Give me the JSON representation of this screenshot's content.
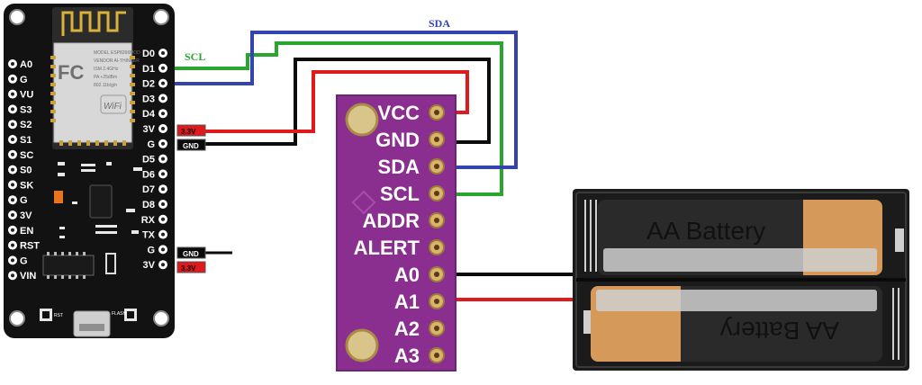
{
  "nodemcu": {
    "left_pins": [
      "A0",
      "G",
      "VU",
      "S3",
      "S2",
      "S1",
      "SC",
      "S0",
      "SK",
      "G",
      "3V",
      "EN",
      "RST",
      "G",
      "VIN"
    ],
    "right_pins": [
      "D0",
      "D1",
      "D2",
      "D3",
      "D4",
      "3V",
      "G",
      "D5",
      "D6",
      "D7",
      "D8",
      "RX",
      "TX",
      "G",
      "3V"
    ],
    "rst_label": "RST",
    "flash_label": "FLASH",
    "module_lines": [
      "MODEL  ESP8266MOD",
      "VENDOR  AI-THINKER",
      "ISM  2.4GHz",
      "PA  +25dBm",
      "802.11b/g/n"
    ],
    "wifi_badge": "WiFi"
  },
  "tags": {
    "v33_top": "3.3V",
    "gnd_top": "GND",
    "gnd_bottom": "GND",
    "v33_bottom": "3.3V"
  },
  "wire_labels": {
    "scl": "SCL",
    "sda": "SDA"
  },
  "ads_module": {
    "pins": [
      "VCC",
      "GND",
      "SDA",
      "SCL",
      "ADDR",
      "ALERT",
      "A0",
      "A1",
      "A2",
      "A3"
    ]
  },
  "battery": {
    "label_top": "AA Battery",
    "label_bottom": "AA Battery"
  },
  "colors": {
    "scl_wire": "#2aa52e",
    "sda_wire": "#3444ae",
    "power_wire": "#e0191d",
    "gnd_wire": "#0b0b0b",
    "ads_board": "#8a2f8f",
    "mcu_board": "#121212"
  }
}
